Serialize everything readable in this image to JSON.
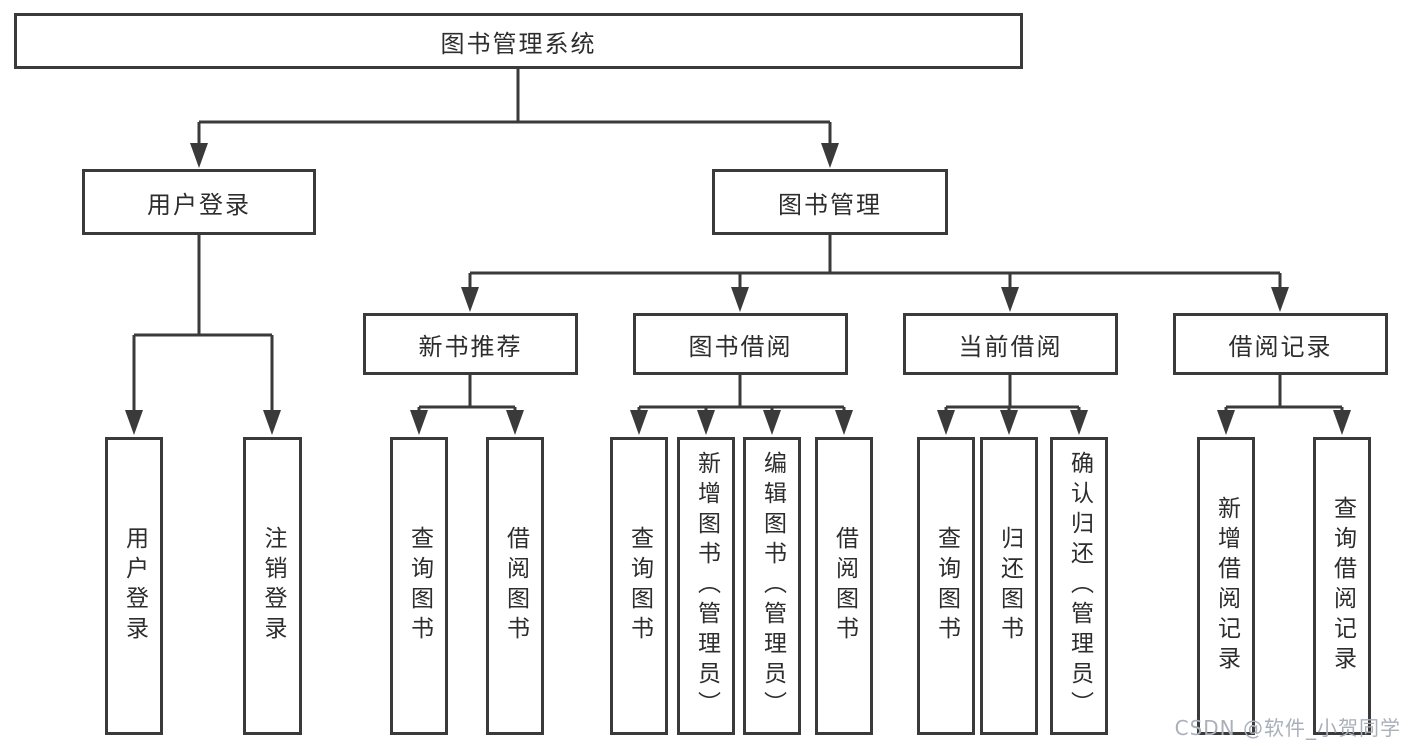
{
  "tree": {
    "root": {
      "label": "图书管理系统"
    },
    "children": [
      {
        "id": "user-login",
        "label": "用户登录",
        "leaves": [
          "用户登录",
          "注销登录"
        ]
      },
      {
        "id": "book-management",
        "label": "图书管理",
        "children": [
          {
            "id": "new-book-recommendation",
            "label": "新书推荐",
            "leaves": [
              "查询图书",
              "借阅图书"
            ]
          },
          {
            "id": "book-borrowing",
            "label": "图书借阅",
            "leaves": [
              "查询图书",
              "新增图书（管理员）",
              "编辑图书（管理员）",
              "借阅图书"
            ]
          },
          {
            "id": "current-borrowing",
            "label": "当前借阅",
            "leaves": [
              "查询图书",
              "归还图书",
              "确认归还（管理员）"
            ]
          },
          {
            "id": "borrowing-records",
            "label": "借阅记录",
            "leaves": [
              "新增借阅记录",
              "查询借阅记录"
            ]
          }
        ]
      }
    ]
  },
  "watermark": {
    "text": "CSDN @软件_小贺同学"
  },
  "colors": {
    "line": "#3a3a3a",
    "box_border": "#3a3a3a",
    "box_fill": "#ffffff",
    "text": "#2d2d2d",
    "watermark": "#a9b0ba"
  }
}
